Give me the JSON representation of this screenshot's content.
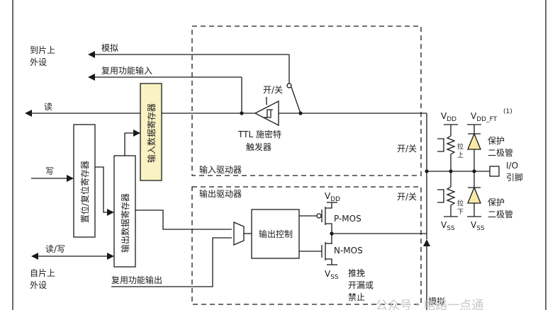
{
  "external": {
    "to_chip_line1": "到片上",
    "to_chip_line2": "外设",
    "from_chip_line1": "自片上",
    "from_chip_line2": "外设"
  },
  "signals": {
    "analog": "模拟",
    "alt_func_in": "复用功能输入",
    "read": "读",
    "write": "写",
    "read_write": "读/写",
    "alt_func_out": "复用功能输出",
    "analog_bottom": "模拟"
  },
  "registers": {
    "input_data": "输入数据寄存器",
    "set_reset": "置位/复位寄存器",
    "output_data": "输出数据寄存器"
  },
  "input_driver": {
    "label": "输入驱动器",
    "switch": "开/关",
    "ttl_line1": "TTL 施密特",
    "ttl_line2": "触发器",
    "onoff": "开/关"
  },
  "output_driver": {
    "label": "输出驱动器",
    "onoff": "开/关",
    "control": "输出控制",
    "vdd": "V",
    "vdd_sub": "DD",
    "vss": "V",
    "vss_sub": "SS",
    "pmos": "P-MOS",
    "nmos": "N-MOS",
    "mode_line1": "推挽",
    "mode_line2": "开漏或",
    "mode_line3": "禁止"
  },
  "pins": {
    "vdd": "V",
    "vdd_sub": "DD",
    "vdd_ft_sub": "DD_FT",
    "vdd_ft_note": "(1)",
    "vss": "V",
    "vss_sub": "SS",
    "pull_up_1": "拉",
    "pull_up_2": "上",
    "pull_down_1": "拉",
    "pull_down_2": "下",
    "protect_top_1": "保护",
    "protect_top_2": "二极管",
    "protect_bottom_1": "保护",
    "protect_bottom_2": "二极管",
    "io_line1": "I/O",
    "io_line2": "引脚"
  },
  "watermark": "公众号 · 电路一点通"
}
